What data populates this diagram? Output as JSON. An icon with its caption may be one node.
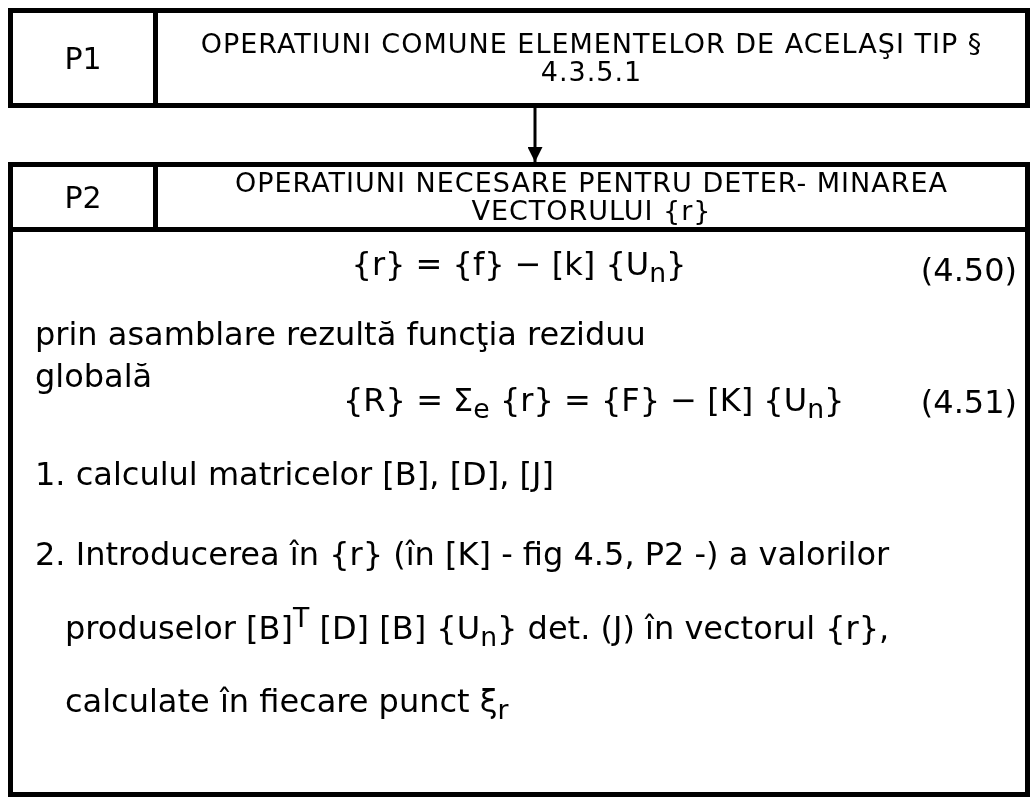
{
  "diagram": {
    "nodes": [
      {
        "text": [
          "P1",
          "OPERATIUNI COMUNE ELEMENTELOR DE ACELAŞI TIP § 4.3.5.1"
        ]
      },
      {
        "text": [
          "P2",
          "OPERATIUNI NECESARE PENTRU DETER- MINAREA VECTORULUI {r}"
        ]
      },
      {
        "text": [
          "{r} = {f} − [k] {U$_{n}$}",
          "(4.50)",
          "prin asamblare rezultă funcţia reziduu globală",
          "{R} = Σ$_{e}$ {r} = {F} − [K] {U$_{n}$}",
          "(4.51)",
          "1. calculul matricelor [B], [D], [J]",
          "2. Introducerea în {r} (în [K] - fig 4.5, P2 -) a valorilor produselor [B]$^{T}$ [D] [B] {U$_{n}$} det. (J) în vectorul {r}, calculate în fiecare punct ξ$_{r}$"
        ]
      }
    ],
    "edges": [
      {
        "from": 0,
        "to": 1,
        "arrow": "to"
      }
    ]
  }
}
